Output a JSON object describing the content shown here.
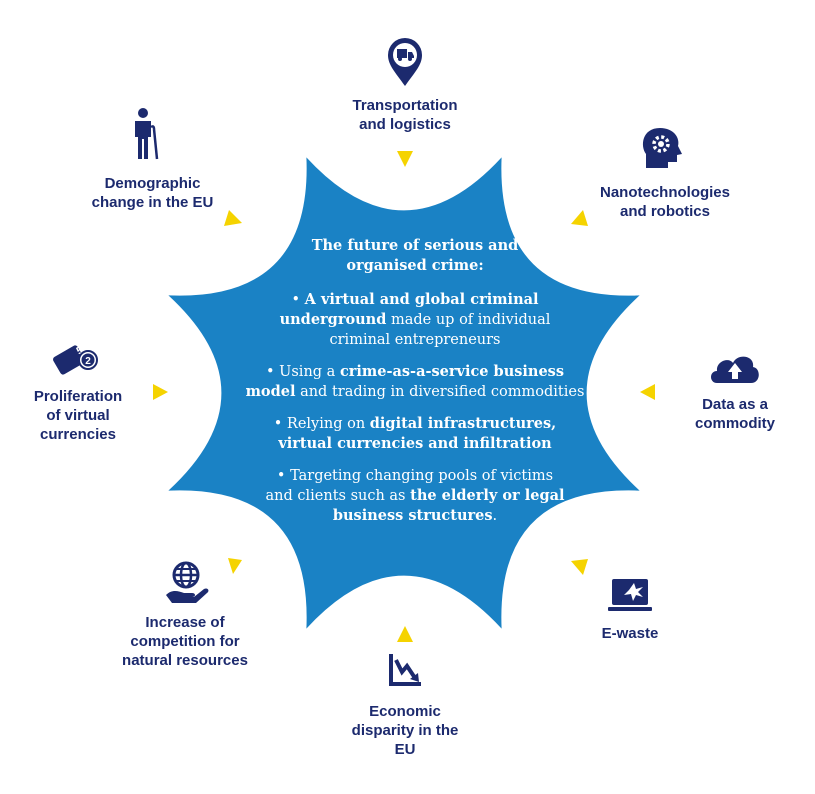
{
  "center": {
    "title_lines": [
      "The future of serious and",
      "organised crime:"
    ],
    "points": [
      {
        "before": "• ",
        "bold": "A virtual and global criminal underground",
        "after": " made up of individual criminal entrepreneurs"
      },
      {
        "before": "• Using a ",
        "bold": "crime-as-a-service business model",
        "after": " and trading in diversified commodities"
      },
      {
        "before": "• Relying on ",
        "bold": "digital infrastructures, virtual currencies and infiltration",
        "after": ""
      },
      {
        "before": "• Targeting changing pools of victims and clients such as ",
        "bold": "the elderly or legal business structures",
        "after": "."
      }
    ]
  },
  "drivers": [
    {
      "key": "transport",
      "icon": "truck-pin-icon",
      "lines": [
        "Transportation",
        "and logistics"
      ]
    },
    {
      "key": "nano",
      "icon": "head-gear-icon",
      "lines": [
        "Nanotechnologies",
        "and robotics"
      ]
    },
    {
      "key": "data",
      "icon": "cloud-upload-icon",
      "lines": [
        "Data as a",
        "commodity"
      ]
    },
    {
      "key": "ewaste",
      "icon": "broken-monitor-icon",
      "lines": [
        "E-waste"
      ]
    },
    {
      "key": "economic",
      "icon": "declining-chart-icon",
      "lines": [
        "Economic",
        "disparity in the",
        "EU"
      ]
    },
    {
      "key": "resources",
      "icon": "globe-hand-icon",
      "lines": [
        "Increase of",
        "competition for",
        "natural resources"
      ]
    },
    {
      "key": "currencies",
      "icon": "coins-icon",
      "lines": [
        "Proliferation",
        "of virtual",
        "currencies"
      ]
    },
    {
      "key": "demographic",
      "icon": "elderly-person-icon",
      "lines": [
        "Demographic",
        "change in the EU"
      ]
    }
  ],
  "coin_labels": [
    "50",
    "2"
  ],
  "colors": {
    "star_fill": "#1a82c5",
    "navy": "#1c2a6e",
    "arrow": "#f5d300",
    "text_on_star": "#ffffff"
  }
}
